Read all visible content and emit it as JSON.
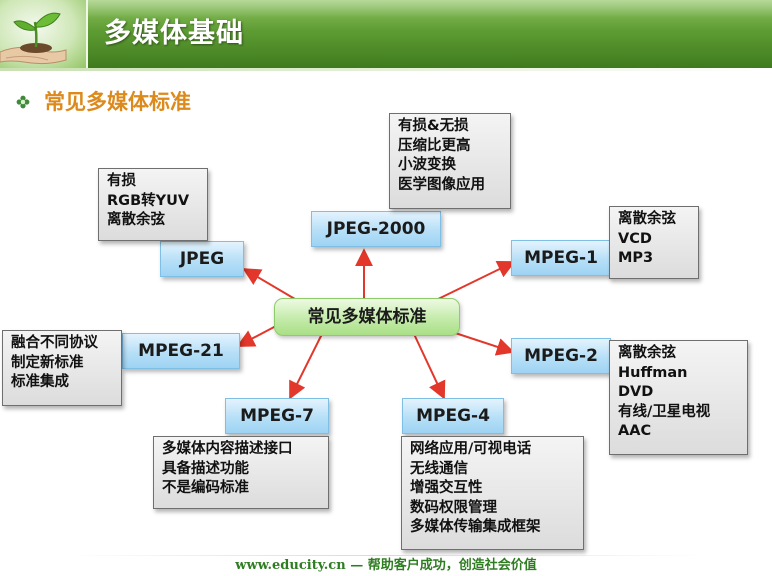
{
  "slide": {
    "title": "多媒体基础",
    "section_heading": "常见多媒体标准",
    "footer": "www.educity.cn — 帮助客户成功，创造社会价值"
  },
  "colors": {
    "banner_green": "#5e9c33",
    "heading_orange": "#dd8a1c",
    "standard_box_blue": "#b6dff7",
    "center_box_green": "#c4ebaa",
    "note_box_grey": "#dcdcdc",
    "arrow_red": "#e2372a",
    "footer_green": "#2f7d22"
  },
  "icons": {
    "logo": "seedling-in-hands-logo",
    "section_bullet": "flower-bullet-icon"
  },
  "diagram": {
    "center": "常见多媒体标准",
    "standards": {
      "jpeg": {
        "label": "JPEG",
        "notes": [
          "有损",
          "RGB转YUV",
          "离散余弦"
        ]
      },
      "jpeg2000": {
        "label": "JPEG-2000",
        "notes": [
          "有损&无损",
          "压缩比更高",
          "小波变换",
          "医学图像应用"
        ]
      },
      "mpeg1": {
        "label": "MPEG-1",
        "notes": [
          "离散余弦",
          "VCD",
          "MP3"
        ]
      },
      "mpeg2": {
        "label": "MPEG-2",
        "notes": [
          "离散余弦",
          "Huffman",
          "DVD",
          "有线/卫星电视",
          "AAC"
        ]
      },
      "mpeg4": {
        "label": "MPEG-4",
        "notes": [
          "网络应用/可视电话",
          "无线通信",
          "增强交互性",
          "数码权限管理",
          "多媒体传输集成框架"
        ]
      },
      "mpeg7": {
        "label": "MPEG-7",
        "notes": [
          "多媒体内容描述接口",
          "具备描述功能",
          "不是编码标准"
        ]
      },
      "mpeg21": {
        "label": "MPEG-21",
        "notes": [
          "融合不同协议",
          "制定新标准",
          "标准集成"
        ]
      }
    }
  }
}
